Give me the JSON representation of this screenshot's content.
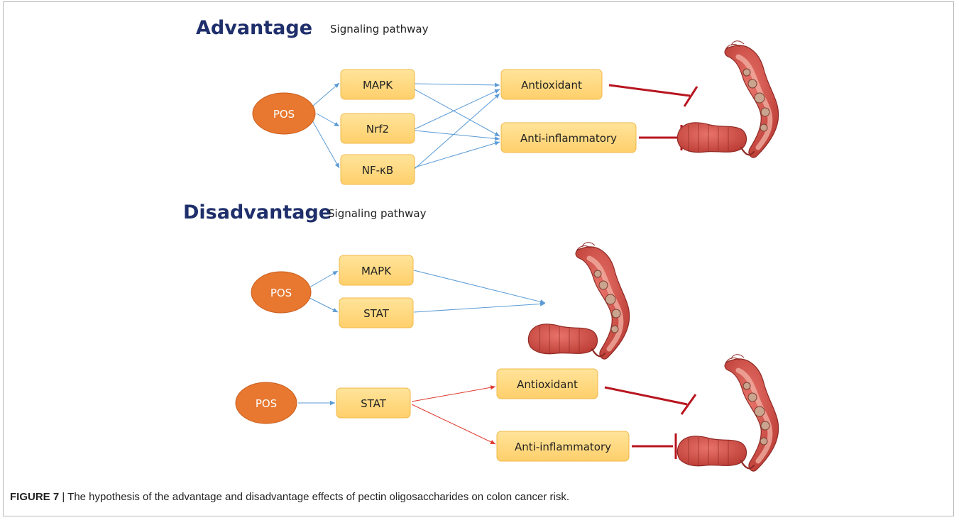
{
  "advantage": {
    "heading": "Advantage",
    "subheading": "Signaling pathway",
    "source": "POS",
    "pathways": [
      "MAPK",
      "Nrf2",
      "NF-κB"
    ],
    "effects": [
      "Antioxidant",
      "Anti-inflammatory"
    ]
  },
  "disadvantage": {
    "heading": "Disadvantage",
    "subheading": "Signaling pathway",
    "scenario1": {
      "source": "POS",
      "pathways": [
        "MAPK",
        "STAT"
      ]
    },
    "scenario2": {
      "source": "POS",
      "pathway": "STAT",
      "effects": [
        "Antioxidant",
        "Anti-inflammatory"
      ]
    }
  },
  "caption": {
    "label": "FIGURE 7",
    "separator": " | ",
    "text": "The hypothesis of the advantage and disadvantage effects of pectin oligosaccharides on colon cancer risk."
  },
  "colors": {
    "heading": "#1f2f6b",
    "ellipse_fill": "#e8772f",
    "ellipse_text": "#ffffff",
    "box_fill": "#ffd87e",
    "box_stroke": "#f0b84a",
    "activation_arrow": "#5b9bd5",
    "red_arrow": "#e03a2e",
    "inhibition_line": "#b8151f",
    "colon": "#d9524a"
  },
  "icons": [
    "colon-icon"
  ]
}
